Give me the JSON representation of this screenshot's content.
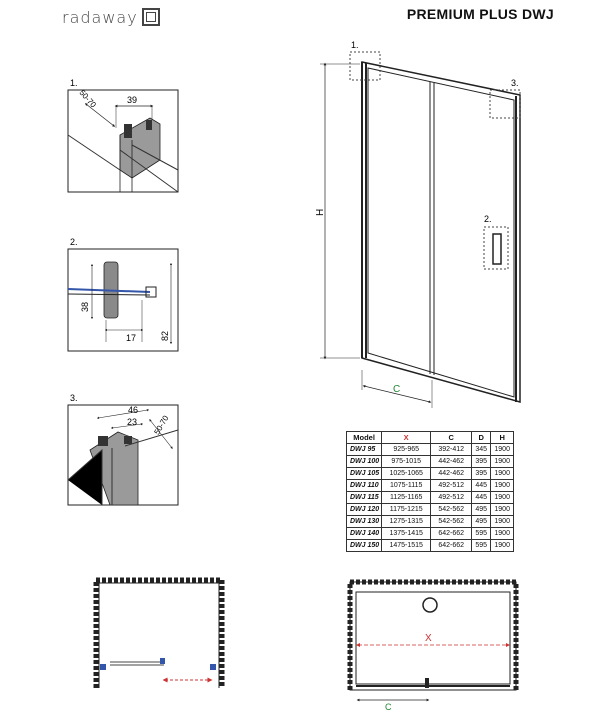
{
  "brand": {
    "logo_text": "radaway"
  },
  "product": {
    "title": "PREMIUM PLUS DWJ"
  },
  "details": [
    {
      "label": "1.",
      "dim_a": "50-70",
      "dim_b": "39"
    },
    {
      "label": "2.",
      "dim_a": "38",
      "dim_b": "17",
      "dim_c": "82"
    },
    {
      "label": "3.",
      "dim_a": "46",
      "dim_b": "23",
      "dim_c": "50-70"
    }
  ],
  "front_view": {
    "callout_1": "1.",
    "callout_2": "2.",
    "callout_3": "3.",
    "height_label": "H",
    "width_label": "C"
  },
  "table": {
    "headers": [
      "Model",
      "X",
      "C",
      "D",
      "H"
    ],
    "rows": [
      [
        "DWJ 95",
        "925-965",
        "392-412",
        "345",
        "1900"
      ],
      [
        "DWJ 100",
        "975-1015",
        "442-462",
        "395",
        "1900"
      ],
      [
        "DWJ 105",
        "1025-1065",
        "442-462",
        "395",
        "1900"
      ],
      [
        "DWJ 110",
        "1075-1115",
        "492-512",
        "445",
        "1900"
      ],
      [
        "DWJ 115",
        "1125-1165",
        "492-512",
        "445",
        "1900"
      ],
      [
        "DWJ 120",
        "1175-1215",
        "542-562",
        "495",
        "1900"
      ],
      [
        "DWJ 130",
        "1275-1315",
        "542-562",
        "495",
        "1900"
      ],
      [
        "DWJ 140",
        "1375-1415",
        "642-662",
        "595",
        "1900"
      ],
      [
        "DWJ 150",
        "1475-1515",
        "642-662",
        "595",
        "1900"
      ]
    ]
  },
  "plan_view": {
    "x_label": "X",
    "c_label": "C"
  },
  "colors": {
    "accent_red": "#cc3333",
    "accent_blue": "#3355aa",
    "line": "#222222"
  }
}
